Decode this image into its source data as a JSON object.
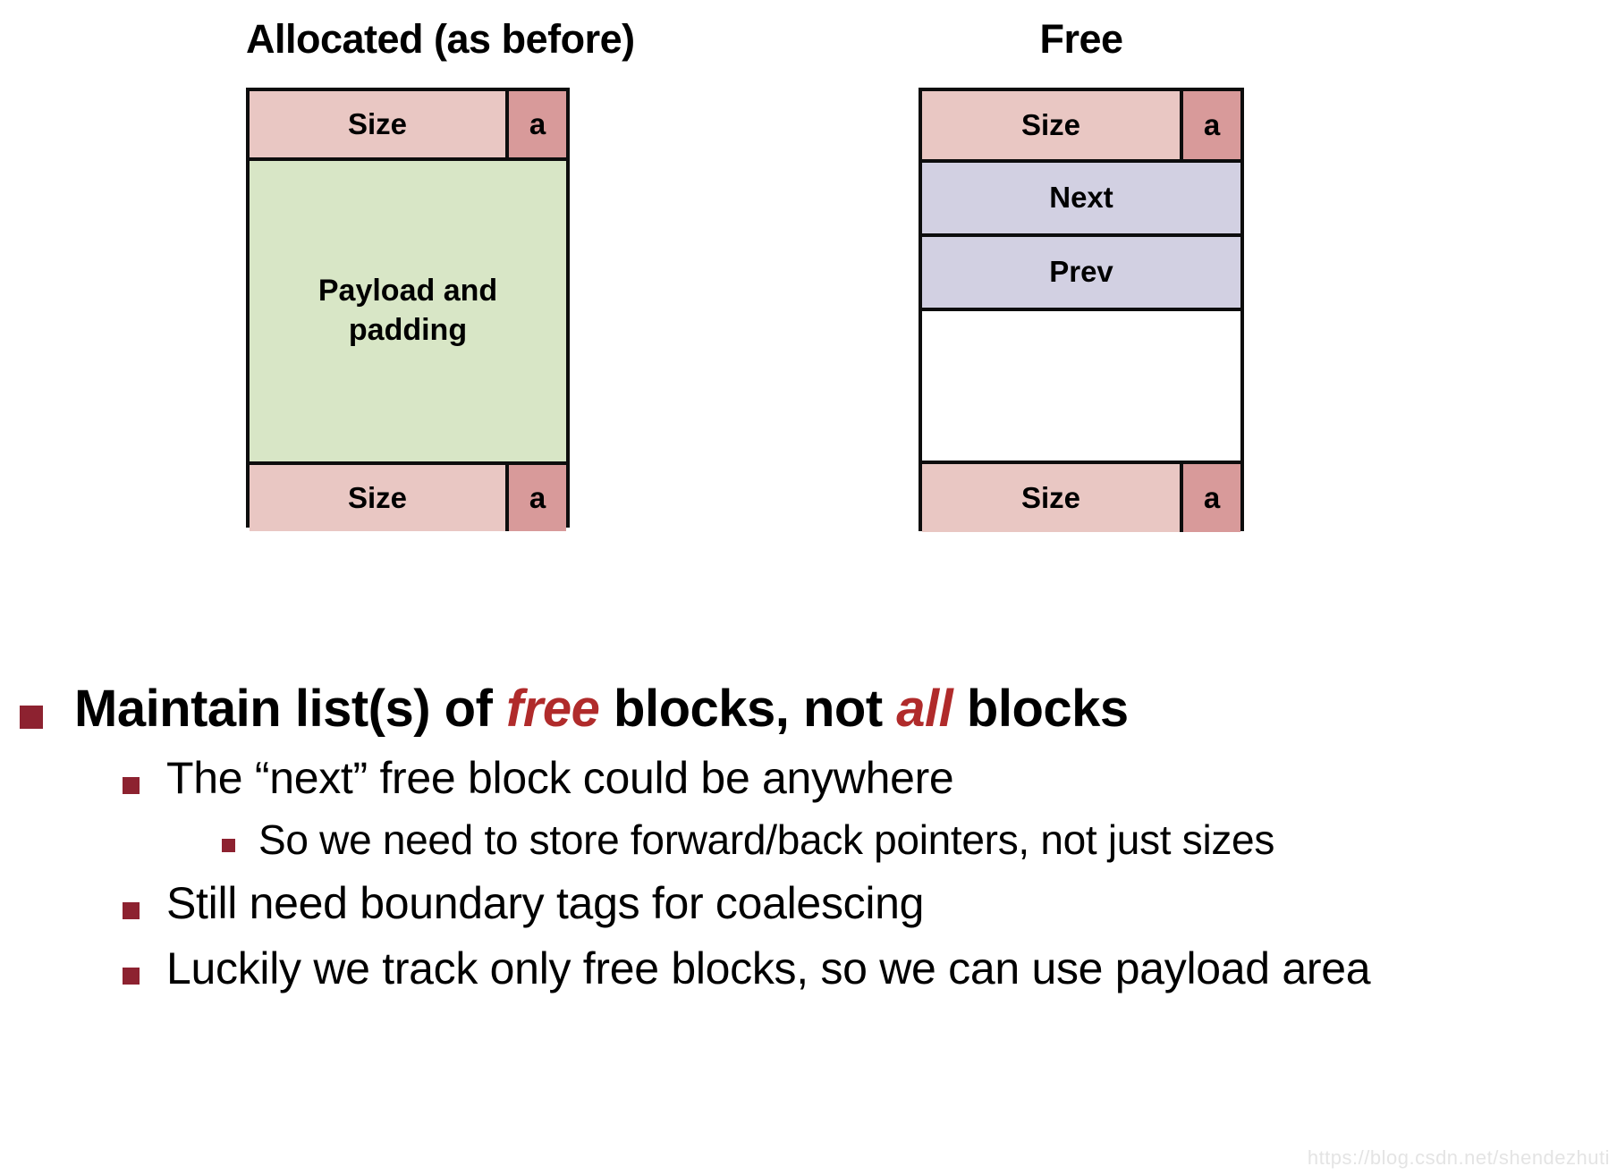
{
  "slide": {
    "diagram": {
      "allocated": {
        "title": "Allocated (as before)",
        "header_size_label": "Size",
        "header_flag_label": "a",
        "payload_label": "Payload and\npadding",
        "footer_size_label": "Size",
        "footer_flag_label": "a",
        "colors": {
          "size": "#e9c7c3",
          "flag": "#d89a9a",
          "payload": "#d8e6c6",
          "border": "#0d0d0d"
        }
      },
      "free": {
        "title": "Free",
        "header_size_label": "Size",
        "header_flag_label": "a",
        "next_label": "Next",
        "prev_label": "Prev",
        "blank_label": "",
        "footer_size_label": "Size",
        "footer_flag_label": "a",
        "colors": {
          "size": "#e9c7c3",
          "flag": "#d89a9a",
          "pointer": "#d2d0e2",
          "blank": "#ffffff",
          "border": "#0d0d0d"
        }
      }
    },
    "bullets": {
      "level1": {
        "pre": "Maintain list(s) of ",
        "em1": "free",
        "mid": " blocks, not ",
        "em2": "all",
        "post": " blocks"
      },
      "level2_a": "The “next” free block could be anywhere",
      "level3_a": "So we need to store forward/back pointers, not just sizes",
      "level2_b": "Still need boundary tags for coalescing",
      "level2_c": "Luckily we track only free blocks, so we can use payload area"
    },
    "bullet_marker_color": "#8d2230",
    "emphasis_color": "#b02b2b",
    "watermark": "https://blog.csdn.net/shendezhuti"
  }
}
